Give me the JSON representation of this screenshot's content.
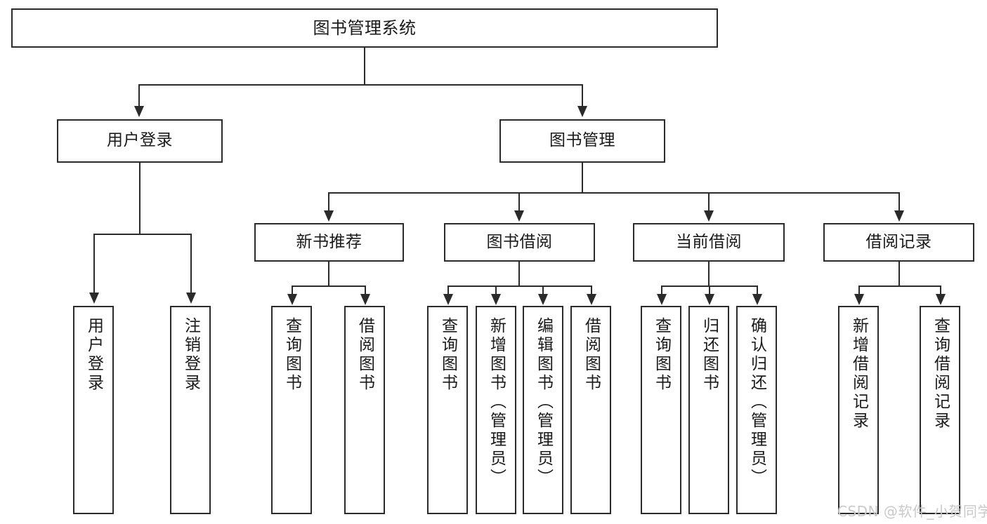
{
  "diagram": {
    "type": "tree-hierarchy-chart",
    "title_text": "图书管理系统",
    "watermark": "CSDN @软件_小贺同学",
    "colors": {
      "stroke": "#2b2b2b",
      "text": "#1a1a1a",
      "background": "#ffffff",
      "watermark": "#c9c9c9"
    }
  },
  "root": {
    "label": "图书管理系统"
  },
  "level1": [
    {
      "label": "用户登录"
    },
    {
      "label": "图书管理"
    }
  ],
  "level2": [
    {
      "label": "新书推荐"
    },
    {
      "label": "图书借阅"
    },
    {
      "label": "当前借阅"
    },
    {
      "label": "借阅记录"
    }
  ],
  "leaves": {
    "user_login": [
      {
        "label": "用户登录"
      },
      {
        "label": "注销登录"
      }
    ],
    "new_book_recommend": [
      {
        "label": "查询图书"
      },
      {
        "label": "借阅图书"
      }
    ],
    "book_borrow": [
      {
        "label": "查询图书"
      },
      {
        "label": "新增图书（管理员）"
      },
      {
        "label": "编辑图书（管理员）"
      },
      {
        "label": "借阅图书"
      }
    ],
    "current_borrow": [
      {
        "label": "查询图书"
      },
      {
        "label": "归还图书"
      },
      {
        "label": "确认归还（管理员）"
      }
    ],
    "borrow_record": [
      {
        "label": "新增借阅记录"
      },
      {
        "label": "查询借阅记录"
      }
    ]
  }
}
